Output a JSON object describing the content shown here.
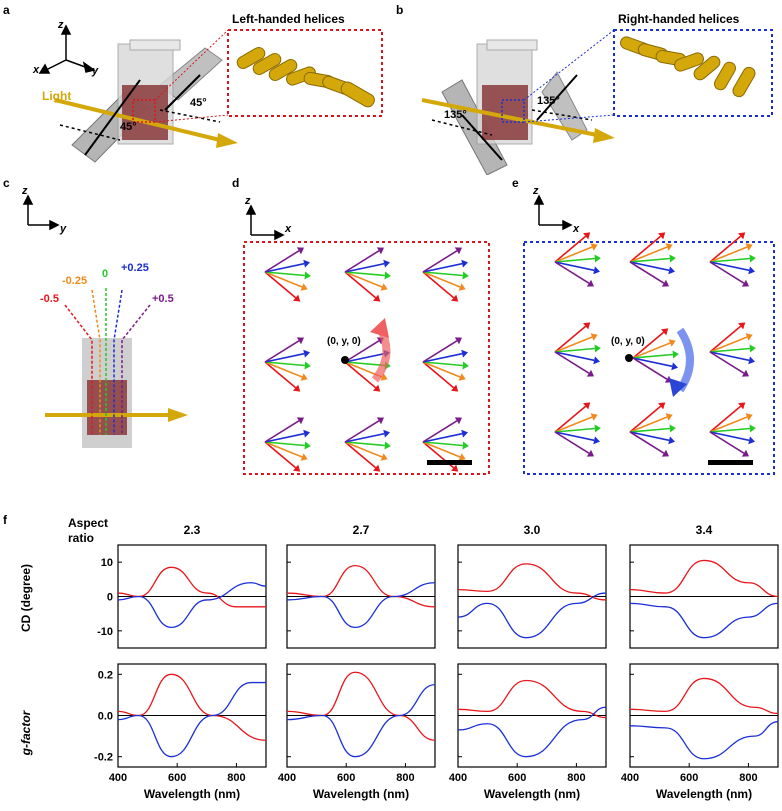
{
  "panel_letters": {
    "a": "a",
    "b": "b",
    "c": "c",
    "d": "d",
    "e": "e",
    "f": "f"
  },
  "panel_a": {
    "title": "Left-handed helices",
    "light_label": "Light",
    "angle1": "45°",
    "angle2": "45°",
    "axis_z": "z",
    "axis_x": "x",
    "axis_y": "y"
  },
  "panel_b": {
    "title": "Right-handed helices",
    "angle1": "135°",
    "angle2": "135°"
  },
  "panel_c": {
    "axis_z": "z",
    "axis_y": "y",
    "offsets": [
      "-0.5",
      "-0.25",
      "0",
      "+0.25",
      "+0.5"
    ],
    "offset_colors": [
      "#e8161b",
      "#f08a1c",
      "#22cc22",
      "#1b2fd6",
      "#7a1b8c"
    ]
  },
  "panel_d": {
    "axis_z": "z",
    "axis_x": "x",
    "center_label": "(0, y, 0)",
    "frame_color": "#d9161b"
  },
  "panel_e": {
    "axis_z": "z",
    "axis_x": "x",
    "center_label": "(0, y, 0)",
    "frame_color": "#1b2fd6"
  },
  "panel_f": {
    "row_label": "Aspect ratio",
    "aspect_ratios": [
      "2.3",
      "2.7",
      "3.0",
      "3.4"
    ],
    "ylabel_top": "CD (degree)",
    "ylabel_bottom": "g-factor",
    "xlabel": "Wavelength (nm)",
    "top_ticks": [
      "10",
      "0",
      "-10"
    ],
    "bottom_ticks": [
      "0.2",
      "0.0",
      "-0.2"
    ],
    "x_ticks": [
      "400",
      "600",
      "800"
    ],
    "series_colors": {
      "left": "#e8161b",
      "right": "#1b2fd6"
    }
  },
  "chart_data": [
    {
      "type": "line",
      "title": "2.3",
      "ylabel": "CD (degree)",
      "xlim": [
        400,
        900
      ],
      "ylim": [
        -15,
        15
      ],
      "series": [
        {
          "values": [
            [
              400,
              1
            ],
            [
              470,
              0
            ],
            [
              580,
              8.5
            ],
            [
              700,
              1
            ],
            [
              800,
              -3
            ],
            [
              900,
              -3
            ]
          ]
        },
        {
          "values": [
            [
              400,
              -1
            ],
            [
              470,
              0
            ],
            [
              580,
              -9
            ],
            [
              700,
              -1
            ],
            [
              850,
              4
            ],
            [
              900,
              3
            ]
          ]
        }
      ]
    },
    {
      "type": "line",
      "title": "2.7",
      "ylabel": "CD (degree)",
      "xlim": [
        400,
        900
      ],
      "ylim": [
        -15,
        15
      ],
      "series": [
        {
          "values": [
            [
              400,
              1
            ],
            [
              520,
              0
            ],
            [
              630,
              9
            ],
            [
              760,
              0
            ],
            [
              900,
              -3
            ]
          ]
        },
        {
          "values": [
            [
              400,
              -1
            ],
            [
              520,
              0
            ],
            [
              630,
              -9
            ],
            [
              760,
              0
            ],
            [
              900,
              4
            ]
          ]
        }
      ]
    },
    {
      "type": "line",
      "title": "3.0",
      "ylabel": "CD (degree)",
      "xlim": [
        400,
        900
      ],
      "ylim": [
        -15,
        15
      ],
      "series": [
        {
          "values": [
            [
              400,
              2
            ],
            [
              500,
              1.5
            ],
            [
              630,
              9.5
            ],
            [
              800,
              1
            ],
            [
              900,
              -1
            ]
          ]
        },
        {
          "values": [
            [
              400,
              -6
            ],
            [
              500,
              -2
            ],
            [
              630,
              -12
            ],
            [
              800,
              -2
            ],
            [
              900,
              1
            ]
          ]
        }
      ]
    },
    {
      "type": "line",
      "title": "3.4",
      "ylabel": "CD (degree)",
      "xlim": [
        400,
        900
      ],
      "ylim": [
        -15,
        15
      ],
      "series": [
        {
          "values": [
            [
              400,
              2
            ],
            [
              520,
              1
            ],
            [
              650,
              10.5
            ],
            [
              800,
              4
            ],
            [
              900,
              0
            ]
          ]
        },
        {
          "values": [
            [
              400,
              -2
            ],
            [
              520,
              -3
            ],
            [
              650,
              -12
            ],
            [
              800,
              -6
            ],
            [
              900,
              -2
            ]
          ]
        }
      ]
    },
    {
      "type": "line",
      "title": "2.3",
      "ylabel": "g-factor",
      "xlim": [
        400,
        900
      ],
      "ylim": [
        -0.25,
        0.25
      ],
      "series": [
        {
          "values": [
            [
              400,
              0.02
            ],
            [
              470,
              0
            ],
            [
              580,
              0.2
            ],
            [
              720,
              0
            ],
            [
              900,
              -0.12
            ]
          ]
        },
        {
          "values": [
            [
              400,
              -0.02
            ],
            [
              470,
              0
            ],
            [
              580,
              -0.2
            ],
            [
              720,
              0
            ],
            [
              850,
              0.16
            ],
            [
              900,
              0.16
            ]
          ]
        }
      ]
    },
    {
      "type": "line",
      "title": "2.7",
      "ylabel": "g-factor",
      "xlim": [
        400,
        900
      ],
      "ylim": [
        -0.25,
        0.25
      ],
      "series": [
        {
          "values": [
            [
              400,
              0.02
            ],
            [
              520,
              0
            ],
            [
              630,
              0.21
            ],
            [
              780,
              0
            ],
            [
              900,
              -0.12
            ]
          ]
        },
        {
          "values": [
            [
              400,
              -0.02
            ],
            [
              520,
              0
            ],
            [
              630,
              -0.2
            ],
            [
              780,
              0
            ],
            [
              900,
              0.15
            ]
          ]
        }
      ]
    },
    {
      "type": "line",
      "title": "3.0",
      "ylabel": "g-factor",
      "xlim": [
        400,
        900
      ],
      "ylim": [
        -0.25,
        0.25
      ],
      "series": [
        {
          "values": [
            [
              400,
              0.03
            ],
            [
              500,
              0.02
            ],
            [
              630,
              0.17
            ],
            [
              820,
              0.02
            ],
            [
              900,
              -0.01
            ]
          ]
        },
        {
          "values": [
            [
              400,
              -0.07
            ],
            [
              500,
              -0.04
            ],
            [
              630,
              -0.2
            ],
            [
              820,
              -0.02
            ],
            [
              900,
              0.04
            ]
          ]
        }
      ]
    },
    {
      "type": "line",
      "title": "3.4",
      "ylabel": "g-factor",
      "xlim": [
        400,
        900
      ],
      "ylim": [
        -0.25,
        0.25
      ],
      "series": [
        {
          "values": [
            [
              400,
              0.03
            ],
            [
              520,
              0.02
            ],
            [
              650,
              0.18
            ],
            [
              820,
              0.04
            ],
            [
              900,
              0.01
            ]
          ]
        },
        {
          "values": [
            [
              400,
              -0.05
            ],
            [
              520,
              -0.06
            ],
            [
              650,
              -0.21
            ],
            [
              820,
              -0.1
            ],
            [
              900,
              -0.03
            ]
          ]
        }
      ]
    }
  ]
}
